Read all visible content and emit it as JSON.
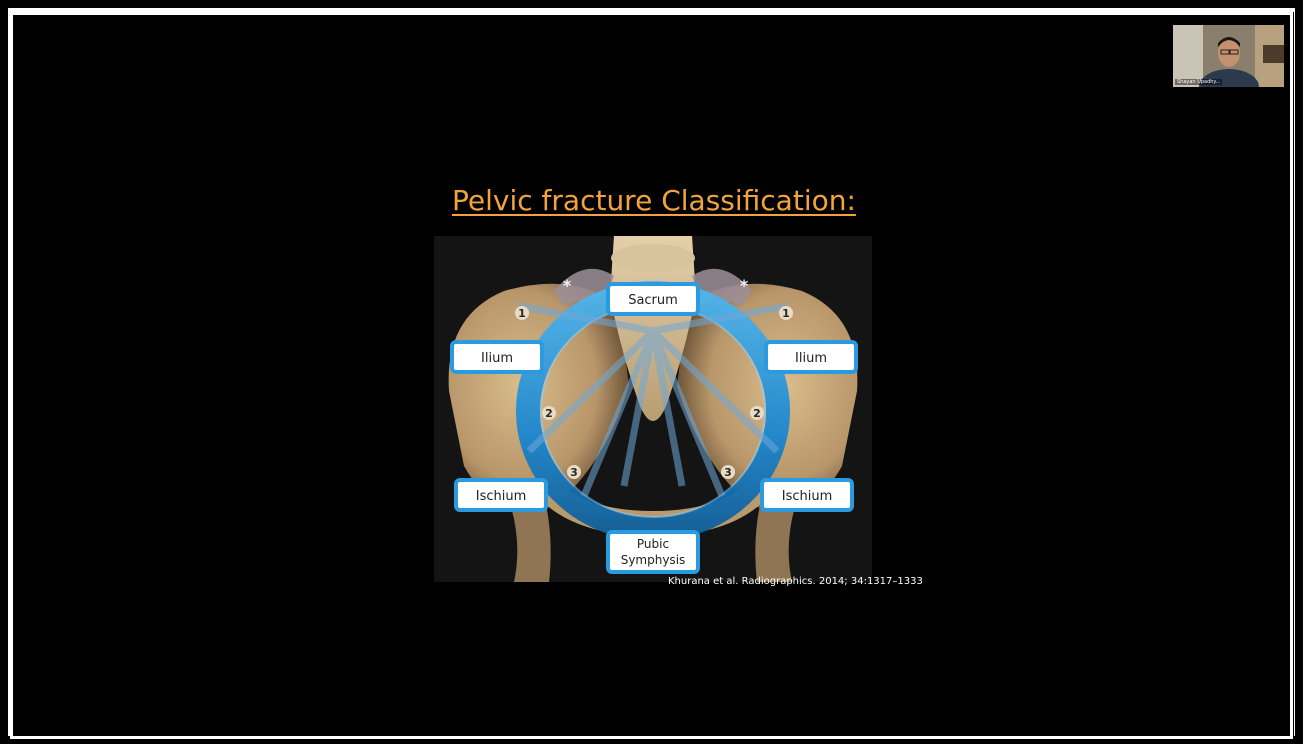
{
  "slide": {
    "title": "Pelvic fracture Classification:",
    "citation": "Khurana et al.  Radiographics. 2014; 34:1317–1333",
    "labels": {
      "sacrum": "Sacrum",
      "ilium_left": "Ilium",
      "ilium_right": "Ilium",
      "ischium_left": "Ischium",
      "ischium_right": "Ischium",
      "pubic_line1": "Pubic",
      "pubic_line2": "Symphysis"
    },
    "markers": {
      "left_1": "1",
      "right_1": "1",
      "left_2": "2",
      "right_2": "2",
      "left_3": "3",
      "right_3": "3",
      "left_star": "*",
      "right_star": "*"
    }
  },
  "participant": {
    "name": "Shayan Upadhy..."
  },
  "colors": {
    "title": "#f2a43a",
    "ring": "#1d8fd8",
    "bone": "#c9ab7a",
    "background": "#000000"
  }
}
